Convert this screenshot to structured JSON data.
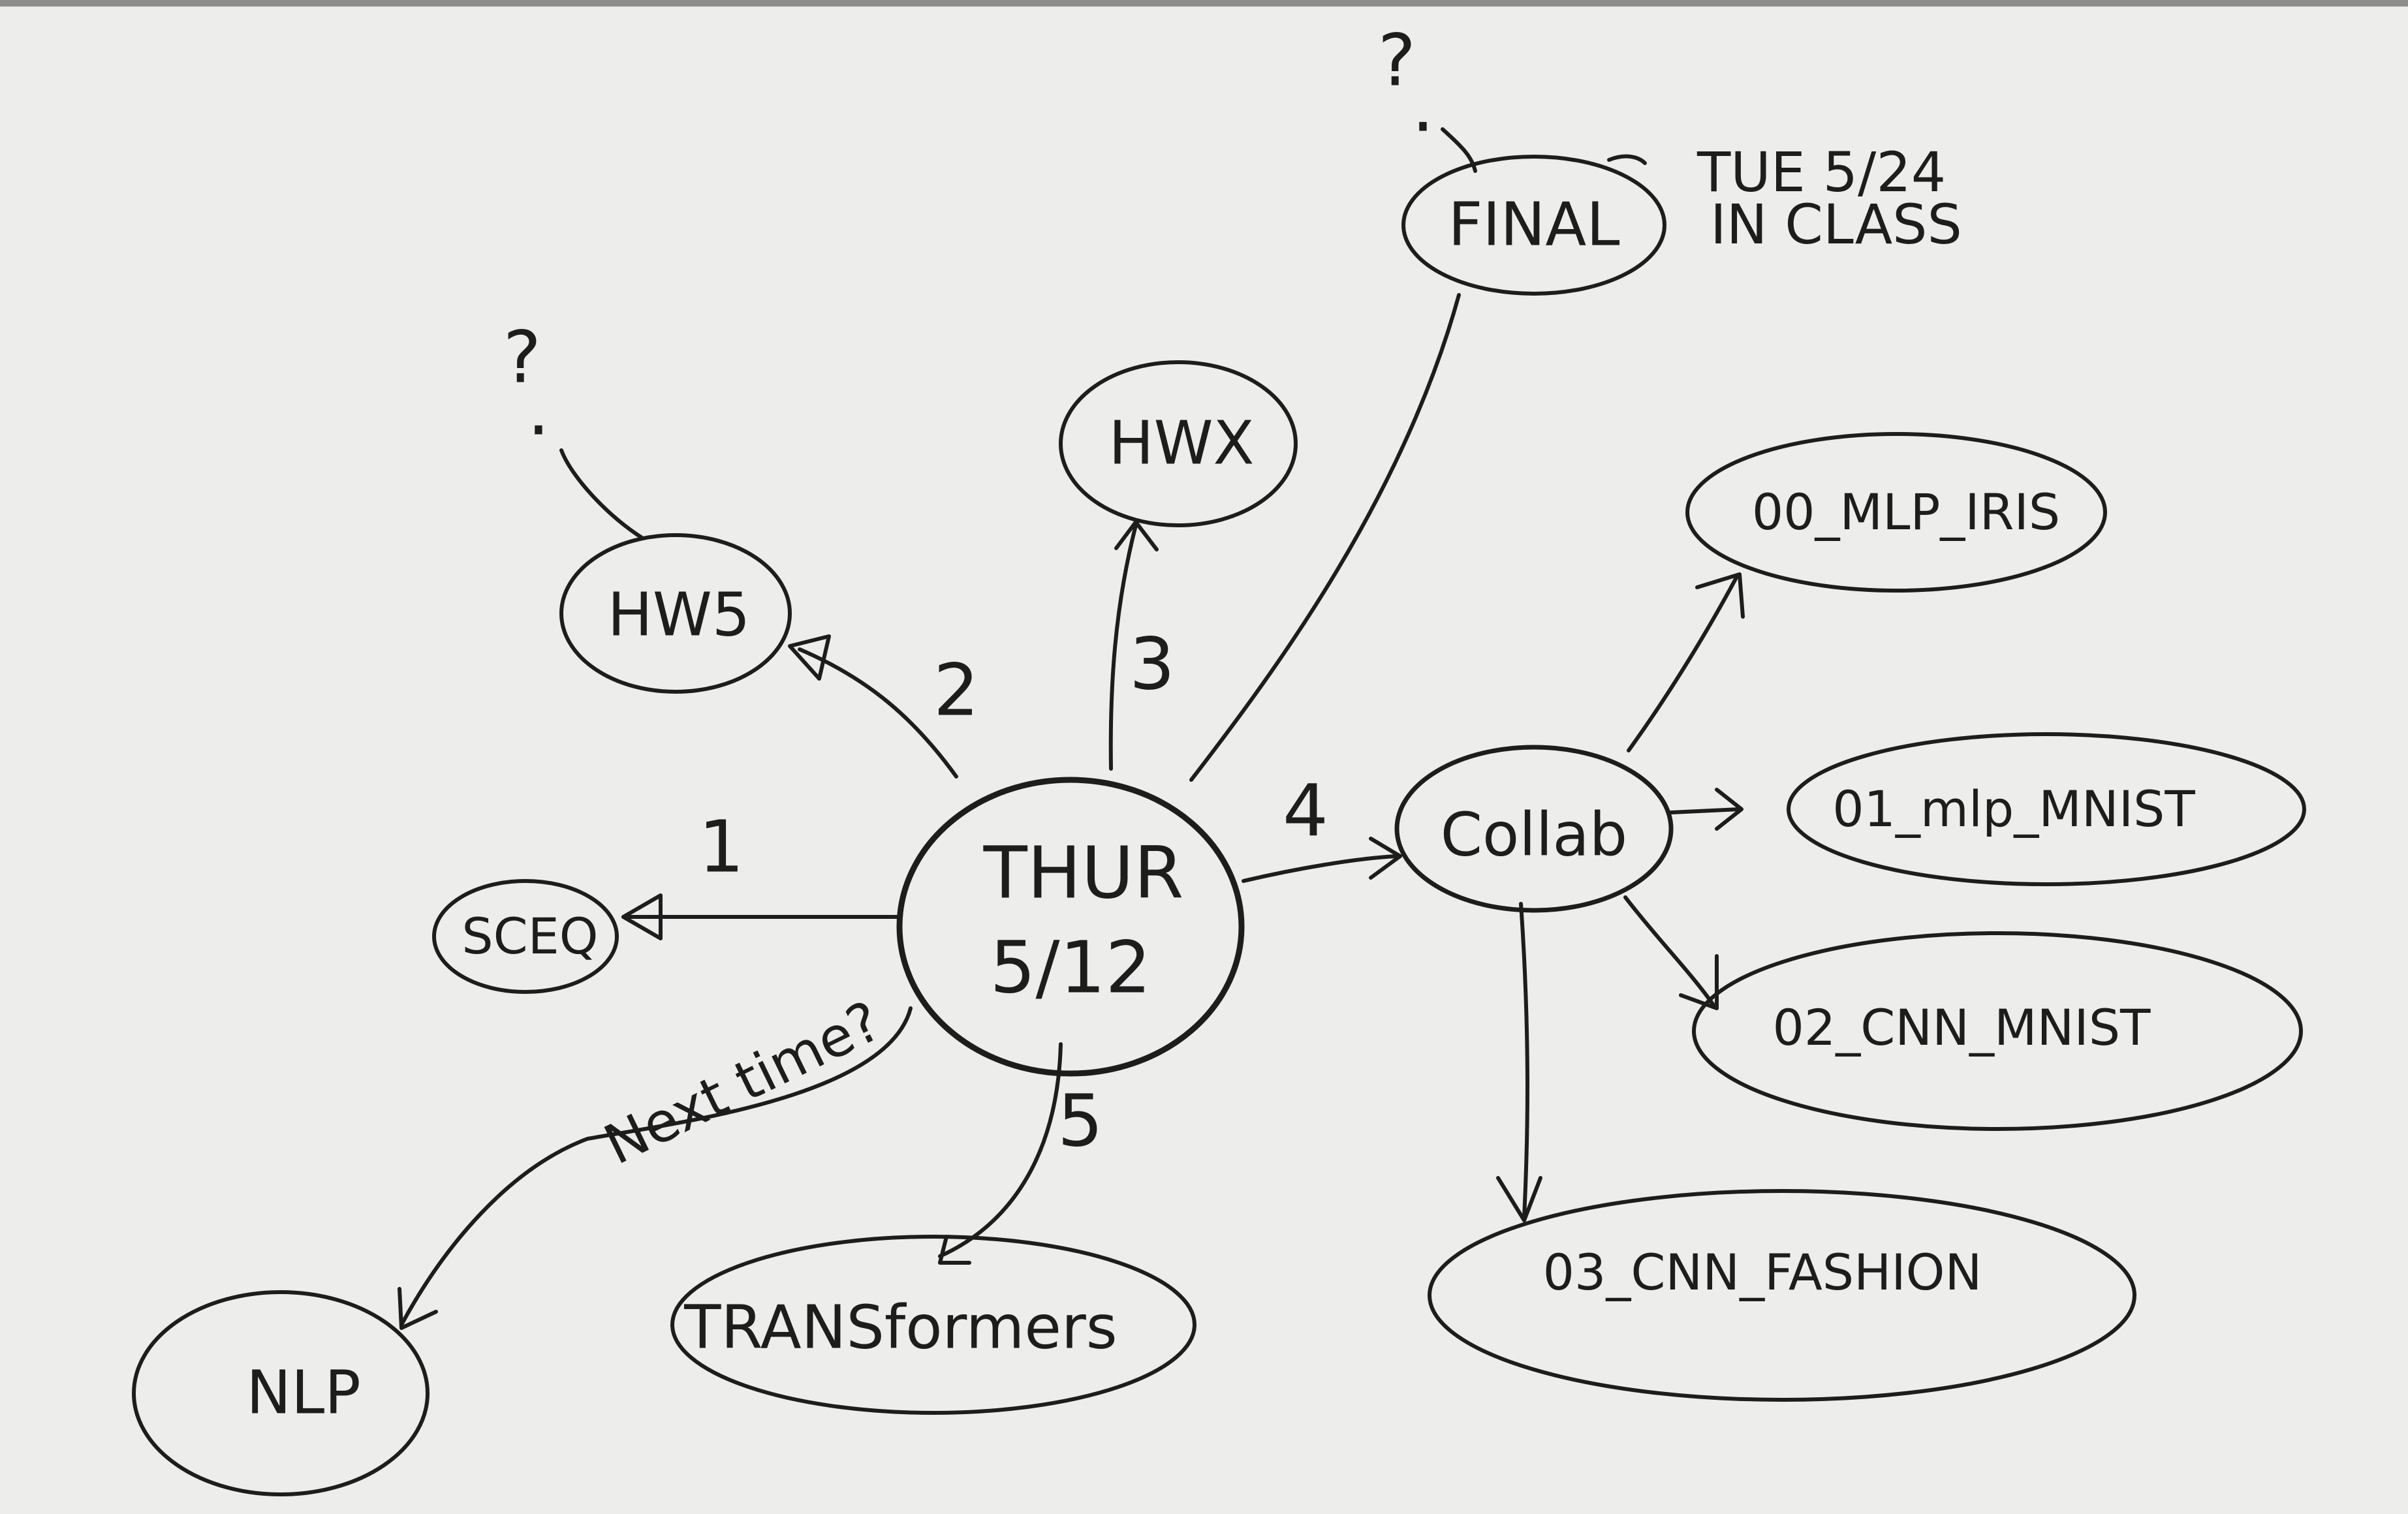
{
  "diagram": {
    "center": {
      "line1": "THUR",
      "line2": "5/12"
    },
    "nodes": {
      "sceq": "SCEQ",
      "hw5": "HW5",
      "hwx": "HWX",
      "final": "FINAL",
      "collab": "Collab",
      "nlp": "NLP",
      "transformers": "TRANSformers",
      "mlp_iris": "00_MLP_IRIS",
      "mlp_mnist": "01_mlp_MNIST",
      "cnn_mnist": "02_CNN_MNIST",
      "cnn_fashion": "03_CNN_FASHION"
    },
    "step_numbers": {
      "sceq": "1",
      "hw5": "2",
      "hwx": "3",
      "collab": "4",
      "transformers": "5"
    },
    "question_marks": {
      "hw5": "?",
      "final": "?"
    },
    "notes": {
      "final_date_line1": "TUE 5/24",
      "final_date_line2": "IN CLASS",
      "nlp_edge": "Next time?"
    }
  }
}
